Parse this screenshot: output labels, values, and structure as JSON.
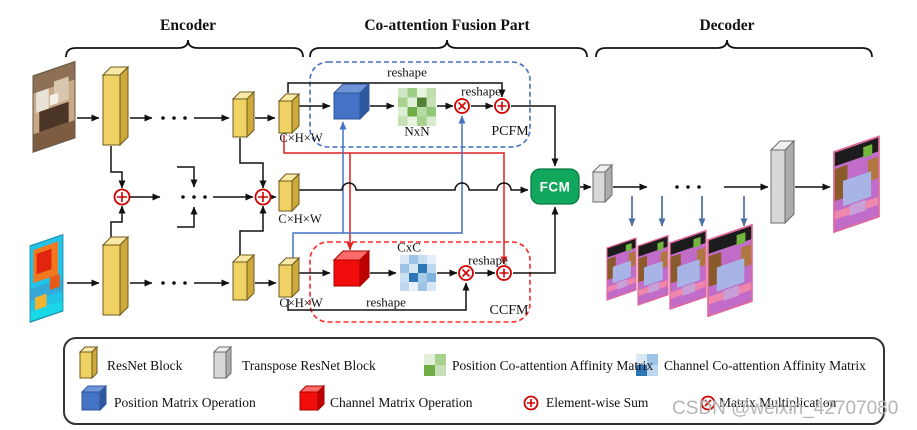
{
  "sections": {
    "encoder": "Encoder",
    "fusion": "Co-attention Fusion Part",
    "decoder": "Decoder"
  },
  "fusion_modules": {
    "pcfm": {
      "title": "PCFM",
      "affinity_label": "NxN",
      "reshape_top": "reshape",
      "reshape_sum": "reshape",
      "input_dim": "C×H×W"
    },
    "ccfm": {
      "title": "CCFM",
      "affinity_label": "CxC",
      "reshape_sum": "reshape",
      "reshape_bottom": "reshape",
      "input_dim": "C×H×W"
    },
    "middle_dim": "C×H×W",
    "fcm": "FCM"
  },
  "legend": {
    "items": [
      {
        "icon": "resnet-block",
        "label": "ResNet Block"
      },
      {
        "icon": "transpose-resnet-block",
        "label": "Transpose ResNet Block"
      },
      {
        "icon": "position-affinity-matrix",
        "label": "Position Co-attention Affinity Matrix"
      },
      {
        "icon": "channel-affinity-matrix",
        "label": "Channel Co-attention Affinity Matrix"
      },
      {
        "icon": "position-matrix-operation",
        "label": "Position Matrix Operation"
      },
      {
        "icon": "channel-matrix-operation",
        "label": "Channel Matrix Operation"
      },
      {
        "icon": "element-wise-sum",
        "label": "Element-wise Sum"
      },
      {
        "icon": "matrix-multiplication",
        "label": "Matrix Multiplication"
      }
    ]
  },
  "watermark": "CSDN @weixin_42707080",
  "colors": {
    "resnet_yellow": "#F0D264",
    "resnet_yellow_top": "#F8E9A6",
    "resnet_yellow_side": "#CFA93C",
    "transpose_gray": "#D8D8D8",
    "position_blue": "#4472C4",
    "channel_red": "#F20D0D",
    "fcm_green": "#11A75C",
    "accent_red": "#E02020",
    "accent_blue": "#4472C4",
    "supervision_arrow": "#4A6FA0"
  }
}
